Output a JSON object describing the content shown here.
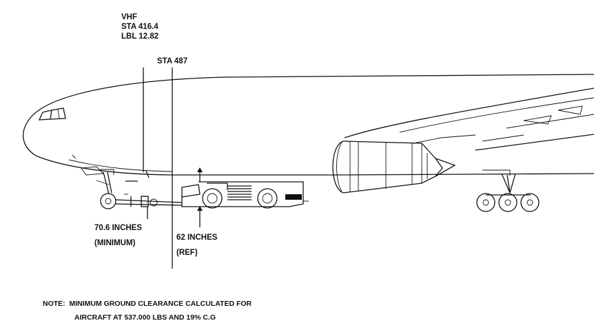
{
  "labels": {
    "vhf_line1": "VHF",
    "vhf_line2": "STA 416.4",
    "vhf_line3": "LBL 12.82",
    "sta_487": "STA 487",
    "clearance_min_line1": "70.6 INCHES",
    "clearance_min_line2": "(MINIMUM)",
    "clearance_ref_line1": "62 INCHES",
    "clearance_ref_line2": "(REF)"
  },
  "note": {
    "line1": "NOTE:  MINIMUM GROUND CLEARANCE CALCULATED FOR",
    "line2": "AIRCRAFT AT 537.000 LBS AND 19% C.G"
  }
}
